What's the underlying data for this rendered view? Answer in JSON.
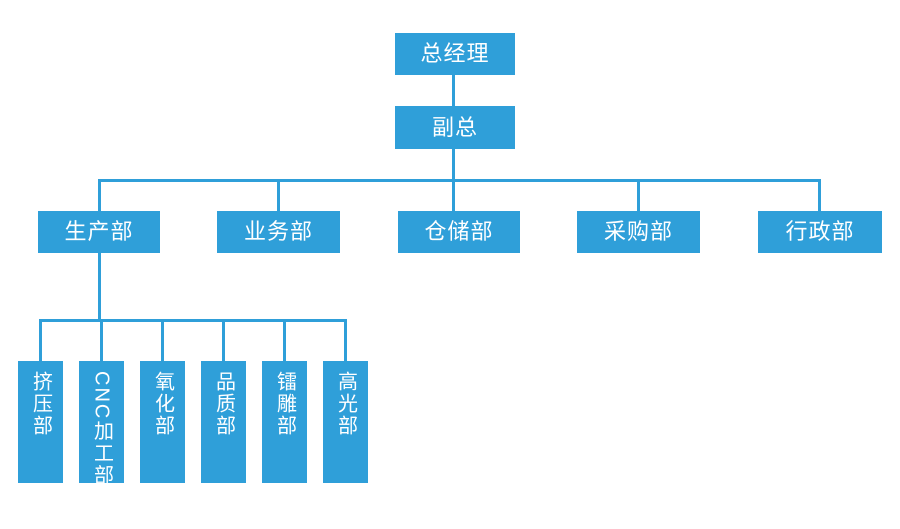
{
  "page": {
    "background": "#ffffff"
  },
  "org_chart": {
    "type": "org-tree",
    "colors": {
      "node_fill": "#2f9fd9",
      "node_text": "#ffffff",
      "connector": "#2f9fd9",
      "background": "#ffffff"
    },
    "root": {
      "label": "总经理"
    },
    "deputy": {
      "label": "副总"
    },
    "departments": [
      {
        "label": "生产部"
      },
      {
        "label": "业务部"
      },
      {
        "label": "仓储部"
      },
      {
        "label": "采购部"
      },
      {
        "label": "行政部"
      }
    ],
    "production_subdepartments": [
      {
        "label": "挤压部"
      },
      {
        "label": "CNC加工部"
      },
      {
        "label": "氧化部"
      },
      {
        "label": "品质部"
      },
      {
        "label": "镭雕部"
      },
      {
        "label": "高光部"
      }
    ]
  }
}
